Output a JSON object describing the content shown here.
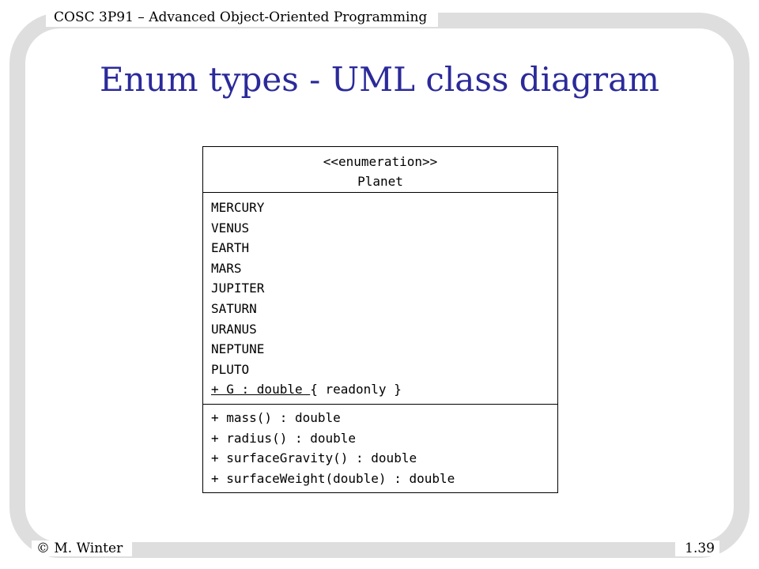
{
  "slide": {
    "header": "COSC 3P91 – Advanced Object-Oriented Programming",
    "title": "Enum types - UML class diagram",
    "footer_left": "© M. Winter",
    "footer_right": "1.39"
  },
  "uml_class": {
    "stereotype": "<<enumeration>>",
    "name": "Planet",
    "constants": [
      "MERCURY",
      "VENUS",
      "EARTH",
      "MARS",
      "JUPITER",
      "SATURN",
      "URANUS",
      "NEPTUNE",
      "PLUTO"
    ],
    "static_attribute": {
      "decl": "+ G : double ",
      "modifier": "{ readonly }"
    },
    "operations": [
      "+ mass() : double",
      "+ radius() : double",
      "+ surfaceGravity() : double",
      "+ surfaceWeight(double) : double"
    ]
  }
}
